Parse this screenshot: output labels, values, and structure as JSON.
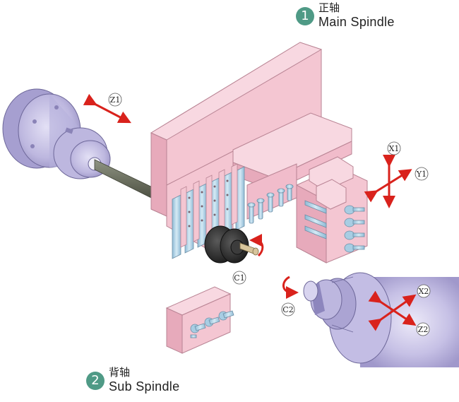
{
  "callouts": [
    {
      "number": "1",
      "cn": "正轴",
      "en": "Main Spindle"
    },
    {
      "number": "2",
      "cn": "背轴",
      "en": "Sub Spindle"
    }
  ],
  "axes": {
    "z1": "Z1",
    "x1": "X1",
    "y1": "Y1",
    "c1": "C1",
    "c2": "C2",
    "x2": "X2",
    "z2": "Z2"
  },
  "colors": {
    "pink": "#f4c6d2",
    "pink_edge": "#b98494",
    "spindle": "#c5c0e4",
    "arrow": "#d9221c",
    "tool": "#a8cde3",
    "callout": "#4f9a86"
  }
}
